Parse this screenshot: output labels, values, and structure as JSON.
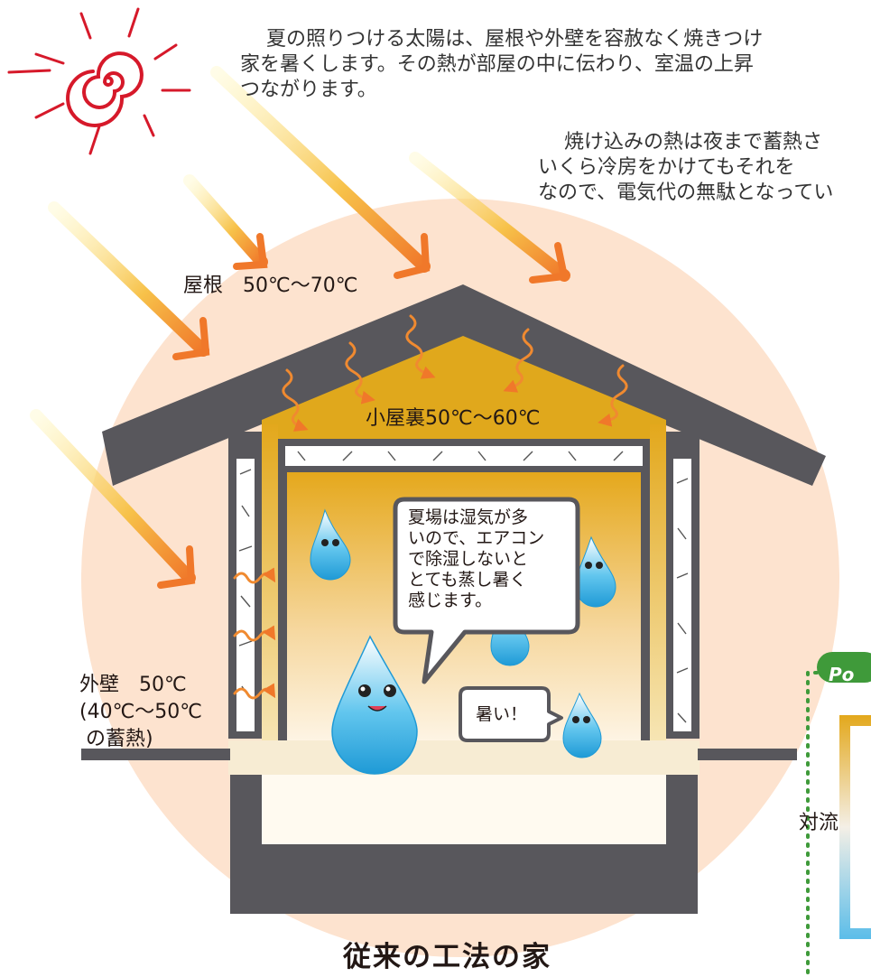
{
  "intro": {
    "line1": "夏の照りつける太陽は、屋根や外壁を容赦なく焼きつけ",
    "line2": "家を暑くします。その熱が部屋の中に伝わり、室温の上昇",
    "line3": "つながります。"
  },
  "intro2": {
    "line1": "焼け込みの熱は夜まで蓄熱さ",
    "line2": "いくら冷房をかけてもそれを",
    "line3": "なので、電気代の無駄となってい"
  },
  "labels": {
    "roof": "屋根　50℃～70℃",
    "attic": "小屋裏50℃～60℃",
    "wall_line1": "外壁　50℃",
    "wall_line2": "(40℃～50℃",
    "wall_line3": " の蓄熱)"
  },
  "speech_main": [
    "夏場は湿気が多",
    "いので、エアコン",
    "で除湿しないと",
    "とても蒸し暑く",
    "感じます。"
  ],
  "speech_hot": "暑い！",
  "caption": "従来の工法の家",
  "point": {
    "label": "Po",
    "convection": "対流"
  },
  "colors": {
    "halo": "#fde3cf",
    "structure": "#58575c",
    "attic": "#e0a81c",
    "room_top": "#e8ae26",
    "arrow": "#f39a3a",
    "sun": "#d6192a",
    "point_green": "#3f9a3a",
    "drop": "#3ab0e6"
  }
}
